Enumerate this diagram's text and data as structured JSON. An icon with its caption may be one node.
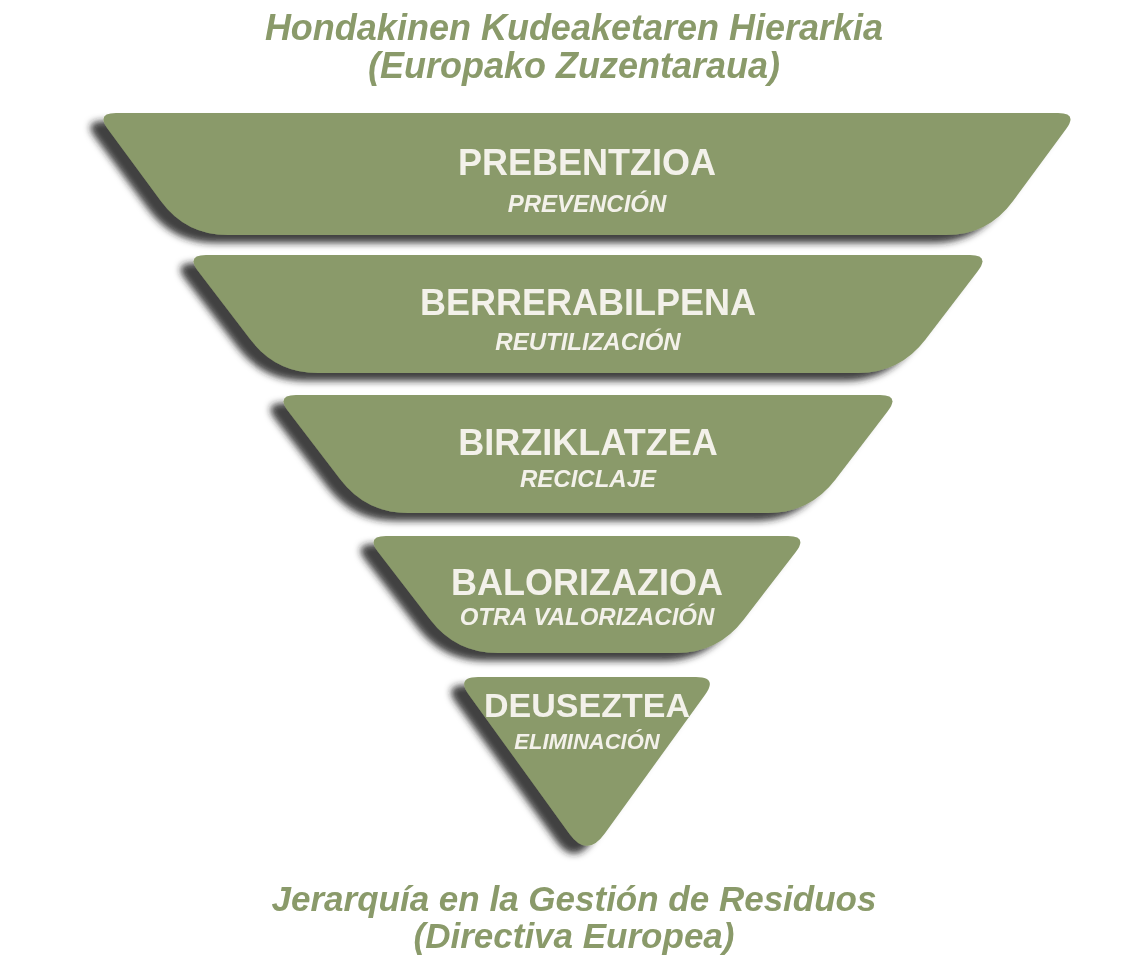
{
  "diagram": {
    "title": "Hondakinen Kudeaketaren Hierarkia (Europako Zuzentaraua)",
    "caption": "Jerarquía en la Gestión de Residuos (Directiva Europea)",
    "nodes": [
      {
        "text": [
          "PREBENTZIOA",
          "PREVENCIÓN"
        ]
      },
      {
        "text": [
          "BERRERABILPENA",
          "REUTILIZACIÓN"
        ]
      },
      {
        "text": [
          "BIRZIKLATZEA",
          "RECICLAJE"
        ]
      },
      {
        "text": [
          "BALORIZAZIOA",
          "OTRA VALORIZACIÓN"
        ]
      },
      {
        "text": [
          "DEUSEZTEA",
          "ELIMINACIÓN"
        ]
      }
    ]
  }
}
